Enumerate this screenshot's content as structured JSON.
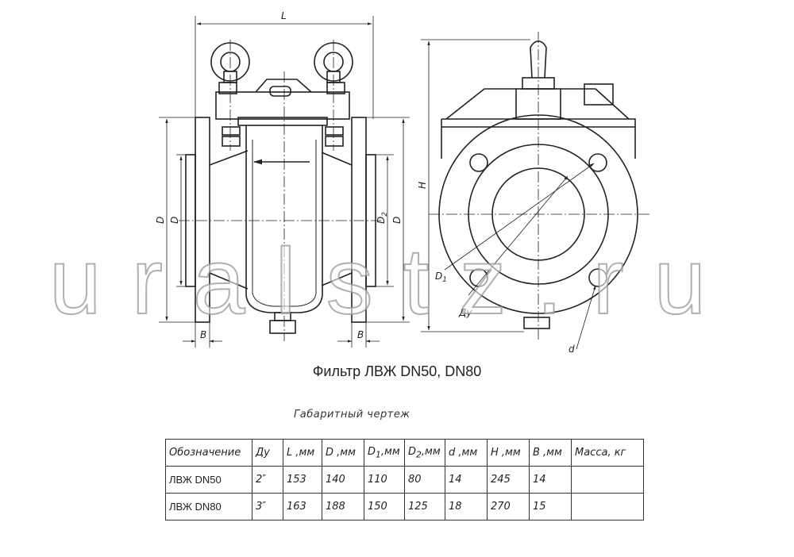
{
  "watermark": {
    "text": "uralstz.ru"
  },
  "drawing": {
    "title": "Фильтр ЛВЖ DN50, DN80",
    "subtitle": "Габаритный чертеж",
    "dimensions": {
      "L": "L",
      "D": "D",
      "D2": "D",
      "D2_sub": "2",
      "B": "B",
      "H": "H",
      "D1": "D",
      "D1_sub": "1",
      "Dy": "Ду",
      "d": "d"
    }
  },
  "table": {
    "headers": {
      "designation": "Обозначение",
      "dy": "Ду",
      "l": "L ,мм",
      "d": "D ,мм",
      "d1": "D",
      "d1_sub": "1",
      "d1_unit": ",мм",
      "d2": "D",
      "d2_sub": "2",
      "d2_unit": ",мм",
      "small_d": "d ,мм",
      "h": "H ,мм",
      "b": "B ,мм",
      "mass": "Масса, кг"
    },
    "rows": [
      {
        "designation": "ЛВЖ DN50",
        "dy": "2″",
        "l": "153",
        "d": "140",
        "d1": "110",
        "d2": "80",
        "small_d": "14",
        "h": "245",
        "b": "14",
        "mass": ""
      },
      {
        "designation": "ЛВЖ DN80",
        "dy": "3″",
        "l": "163",
        "d": "188",
        "d1": "150",
        "d2": "125",
        "small_d": "18",
        "h": "270",
        "b": "15",
        "mass": ""
      }
    ]
  }
}
